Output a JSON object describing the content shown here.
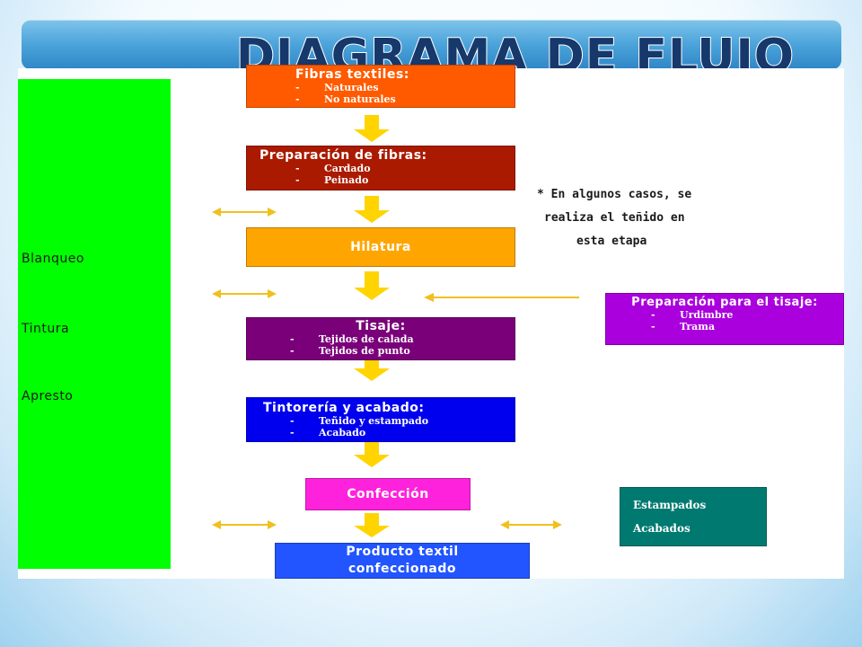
{
  "slide": {
    "title": "DIAGRAMA DE FLUJO"
  },
  "side_column": {
    "color": "#00ff00",
    "labels": [
      "Blanqueo",
      "Tintura",
      "Apresto"
    ]
  },
  "flow_steps": [
    {
      "title": "Fibras textiles:",
      "items": [
        "Naturales",
        "No naturales"
      ],
      "color": "#ff5a00"
    },
    {
      "title": "Preparación de fibras:",
      "items": [
        "Cardado",
        "Peinado"
      ],
      "color": "#aa1a00"
    },
    {
      "title": "Hilatura",
      "items": [],
      "color": "#ffa500"
    },
    {
      "title": "Tisaje:",
      "items": [
        "Tejidos de calada",
        "Tejidos de punto"
      ],
      "color": "#7a007a"
    },
    {
      "title": "Tintorería y acabado:",
      "items": [
        "Teñido y estampado",
        "Acabado"
      ],
      "color": "#0000ee"
    },
    {
      "title": "Confección",
      "items": [],
      "color": "#ff22dd"
    },
    {
      "title": "Producto textil confeccionado",
      "items": [],
      "color": "#2255ff"
    }
  ],
  "side_box_tisaje": {
    "title": "Preparación para el tisaje:",
    "items": [
      "Urdimbre",
      "Trama"
    ],
    "color": "#aa00dd"
  },
  "side_box_finishing": {
    "items": [
      "Estampados",
      "Acabados"
    ],
    "color": "#007a70"
  },
  "note": {
    "lines": [
      "* En algunos casos, se",
      "realiza el teñido en",
      "esta etapa"
    ]
  },
  "bullet_dash": "-",
  "colors": {
    "arrow": "#ffd400",
    "double_arrow": "#f0c020"
  }
}
